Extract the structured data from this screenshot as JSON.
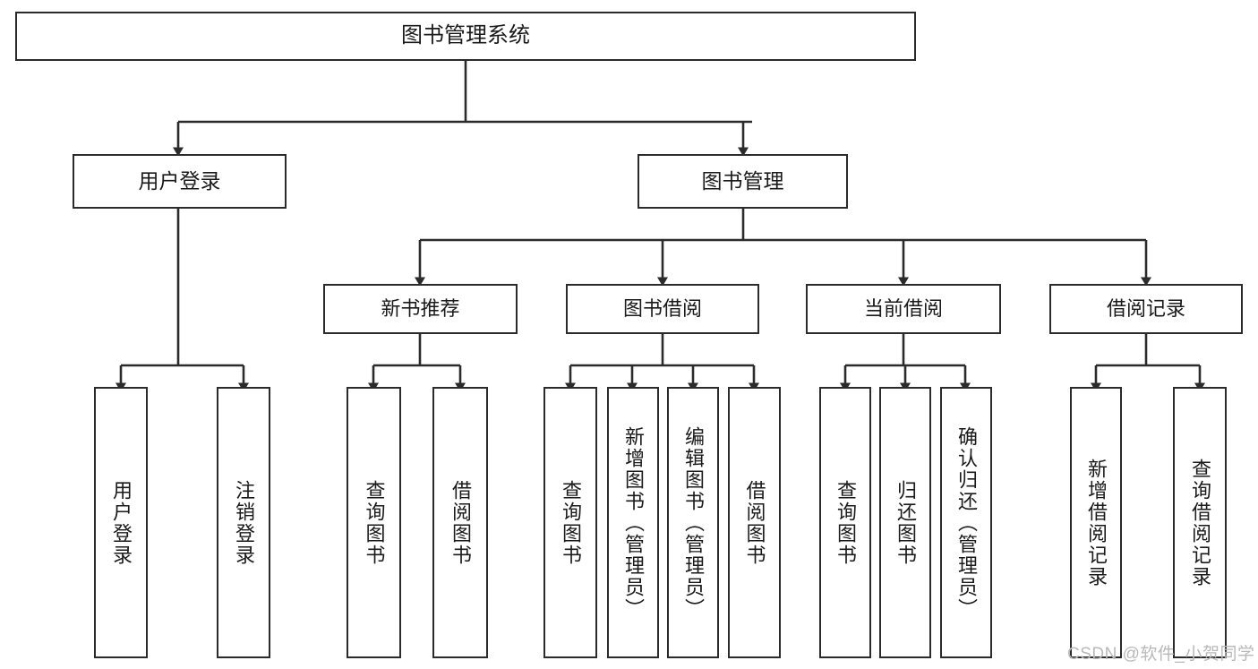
{
  "diagram": {
    "type": "tree",
    "title": "图书管理系统",
    "root": {
      "id": "root",
      "label": "图书管理系统"
    },
    "level2": [
      {
        "id": "user-login",
        "label": "用户登录"
      },
      {
        "id": "book-manage",
        "label": "图书管理"
      }
    ],
    "level3": [
      {
        "id": "new-book-rec",
        "label": "新书推荐",
        "parent": "book-manage"
      },
      {
        "id": "book-borrow",
        "label": "图书借阅",
        "parent": "book-manage"
      },
      {
        "id": "current-borrow",
        "label": "当前借阅",
        "parent": "book-manage"
      },
      {
        "id": "borrow-record",
        "label": "借阅记录",
        "parent": "book-manage"
      }
    ],
    "leaves": [
      {
        "id": "leaf-user-login",
        "label": "用户登录",
        "parent": "user-login"
      },
      {
        "id": "leaf-logout",
        "label": "注销登录",
        "parent": "user-login"
      },
      {
        "id": "leaf-query-book-1",
        "label": "查询图书",
        "parent": "new-book-rec"
      },
      {
        "id": "leaf-borrow-book-1",
        "label": "借阅图书",
        "parent": "new-book-rec"
      },
      {
        "id": "leaf-query-book-2",
        "label": "查询图书",
        "parent": "book-borrow"
      },
      {
        "id": "leaf-add-book",
        "label": "新增图书（管理员）",
        "parent": "book-borrow"
      },
      {
        "id": "leaf-edit-book",
        "label": "编辑图书（管理员）",
        "parent": "book-borrow"
      },
      {
        "id": "leaf-borrow-book-2",
        "label": "借阅图书",
        "parent": "book-borrow"
      },
      {
        "id": "leaf-query-book-3",
        "label": "查询图书",
        "parent": "current-borrow"
      },
      {
        "id": "leaf-return-book",
        "label": "归还图书",
        "parent": "current-borrow"
      },
      {
        "id": "leaf-confirm-return",
        "label": "确认归还（管理员）",
        "parent": "current-borrow"
      },
      {
        "id": "leaf-add-record",
        "label": "新增借阅记录",
        "parent": "borrow-record"
      },
      {
        "id": "leaf-query-record",
        "label": "查询借阅记录",
        "parent": "borrow-record"
      }
    ],
    "colors": {
      "stroke": "#2b2b2b",
      "fill": "#ffffff",
      "text": "#1a1a1a",
      "watermark": "#b9b9b9"
    }
  },
  "watermark": {
    "text": "CSDN @软件_小贺同学"
  }
}
